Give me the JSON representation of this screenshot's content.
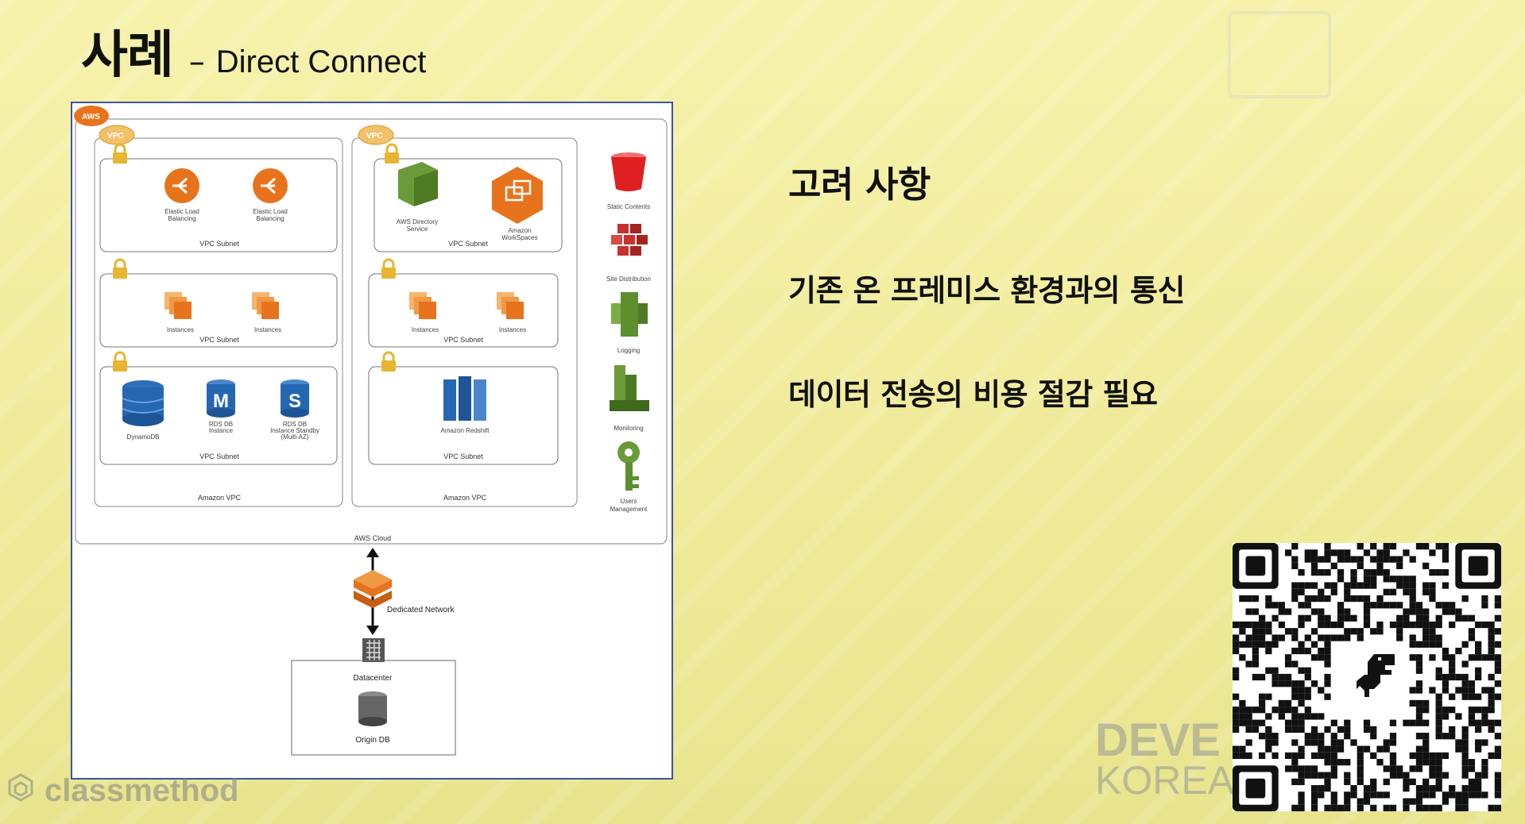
{
  "slide": {
    "title_ko": "사례",
    "title_sep": "–",
    "title_en": "Direct Connect"
  },
  "panel": {
    "heading": "고려 사항",
    "items": [
      "기존 온 프레미스 환경과의 통신",
      "데이터 전송의 비용 절감 필요"
    ]
  },
  "diagram": {
    "aws_badge": "AWS",
    "vpc_badge": "VPC",
    "subnet1": {
      "elb_a_line1": "Elastic Load",
      "elb_a_line2": "Balancing",
      "elb_b_line1": "Elastic Load",
      "elb_b_line2": "Balancing",
      "label": "VPC Subnet"
    },
    "subnet2": {
      "instances_a": "Instances",
      "instances_b": "Instances",
      "label": "VPC Subnet"
    },
    "subnet3": {
      "dynamodb": "DynamoDB",
      "rds_glyph_m": "M",
      "rds_a_line1": "RDS DB",
      "rds_a_line2": "Instance",
      "rds_glyph_s": "S",
      "rds_b_line1": "RDS DB",
      "rds_b_line2": "Instance Standby",
      "rds_b_line3": "(Multi-AZ)",
      "label": "VPC Subnet"
    },
    "subnet4": {
      "directory_line1": "AWS Directory",
      "directory_line2": "Service",
      "workspaces_line1": "Amazon",
      "workspaces_line2": "WorkSpaces",
      "label": "VPC Subnet"
    },
    "subnet5": {
      "instances_a": "Instances",
      "instances_b": "Instances",
      "label": "VPC Subnet"
    },
    "subnet6": {
      "redshift": "Amazon Redshift",
      "label": "VPC Subnet"
    },
    "vpc_left_label": "Amazon VPC",
    "vpc_right_label": "Amazon VPC",
    "services": {
      "static_contents": "Static Contents",
      "site_distribution": "Site Distribution",
      "logging": "Logging",
      "monitoring": "Monitoring",
      "users_line1": "Users",
      "users_line2": "Management"
    },
    "aws_cloud_label": "AWS Cloud",
    "dedicated_network": "Dedicated Network",
    "datacenter": "Datacenter",
    "origin_db": "Origin DB"
  },
  "branding": {
    "name": "classmethod",
    "watermark_line1": "DEVE",
    "watermark_line2": "KOREA"
  }
}
